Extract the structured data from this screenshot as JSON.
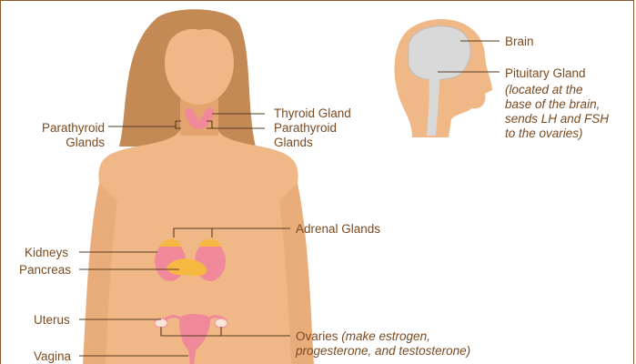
{
  "colors": {
    "border": "#8b5a2b",
    "text": "#7a4a20",
    "hair": "#c48a55",
    "skin": "#f0b887",
    "skin_dark": "#e3a470",
    "brain": "#d9d9d9",
    "gland_pink": "#f08a9a",
    "adrenal_yellow": "#f5b942",
    "line": "#5a3a1e"
  },
  "labels": {
    "brain": "Brain",
    "pituitary": "Pituitary Gland",
    "pituitary_note": [
      "(located at the",
      "base of the brain,",
      "sends LH and FSH",
      "to the ovaries)"
    ],
    "thyroid": "Thyroid Gland",
    "parathyroid_right": [
      "Parathyroid",
      "Glands"
    ],
    "parathyroid_left": [
      "Parathyroid",
      "Glands"
    ],
    "adrenal": "Adrenal Glands",
    "kidneys": "Kidneys",
    "pancreas": "Pancreas",
    "uterus": "Uterus",
    "vagina": "Vagina",
    "ovaries": "Ovaries",
    "ovaries_note": "(make estrogen,",
    "ovaries_note_2": "progesterone, and testosterone)"
  }
}
